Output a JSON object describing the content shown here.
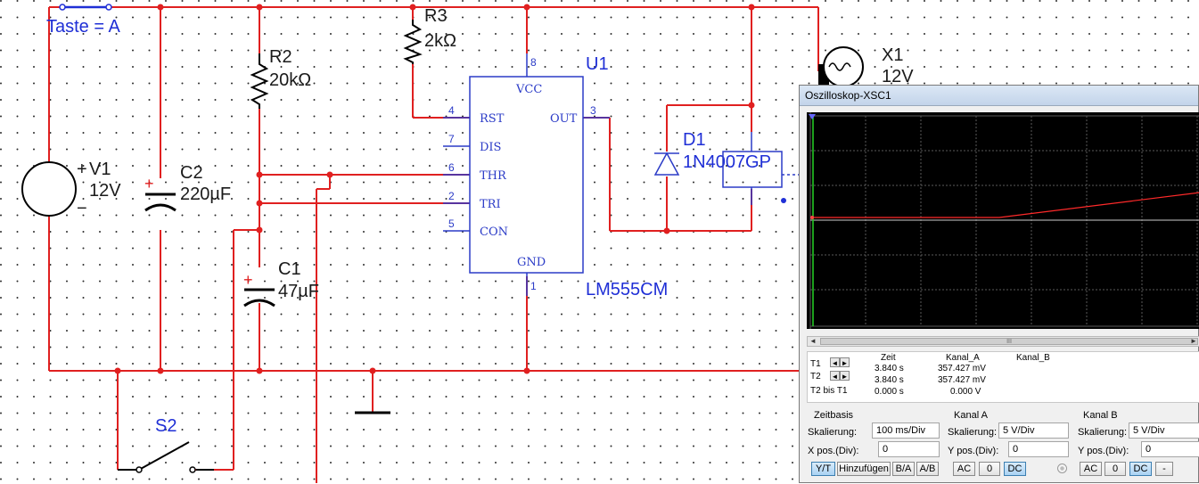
{
  "schematic": {
    "switch_top_label": "Taste = A",
    "v1": {
      "name": "V1",
      "value": "12V",
      "plus": "+",
      "minus": "−"
    },
    "c2": {
      "name": "C2",
      "value": "220µF",
      "plus": "+"
    },
    "r2": {
      "name": "R2",
      "value": "20kΩ"
    },
    "r3": {
      "name": "R3",
      "value": "2kΩ"
    },
    "c1": {
      "name": "C1",
      "value": "47µF",
      "plus": "+"
    },
    "u1": {
      "name": "U1",
      "part": "LM555CM",
      "pins": {
        "vcc": "VCC",
        "rst": "RST",
        "out": "OUT",
        "dis": "DIS",
        "thr": "THR",
        "tri": "TRI",
        "con": "CON",
        "gnd": "GND"
      },
      "pin_numbers": {
        "vcc": "8",
        "rst": "4",
        "out": "3",
        "dis": "7",
        "thr": "6",
        "tri": "2",
        "con": "5",
        "gnd": "1"
      }
    },
    "d1": {
      "name": "D1",
      "part": "1N4007GP"
    },
    "x1": {
      "name": "X1",
      "value": "12V"
    },
    "s2": {
      "name": "S2"
    }
  },
  "oscilloscope": {
    "title": "Oszilloskop-XSC1",
    "trace_color": "#ff2a2a",
    "readout": {
      "t1": "T1",
      "t2": "T2",
      "t2_minus_t1": "T2 bis T1",
      "headers": {
        "zeit": "Zeit",
        "kanal_a": "Kanal_A",
        "kanal_b": "Kanal_B"
      },
      "rows": [
        {
          "zeit": "3.840 s",
          "kanal_a": "357.427 mV",
          "kanal_b": ""
        },
        {
          "zeit": "3.840 s",
          "kanal_a": "357.427 mV",
          "kanal_b": ""
        },
        {
          "zeit": "0.000 s",
          "kanal_a": "0.000 V",
          "kanal_b": ""
        }
      ]
    },
    "zeitbasis": {
      "title": "Zeitbasis",
      "skalierung_label": "Skalierung:",
      "skalierung_value": "100 ms/Div",
      "xpos_label": "X pos.(Div):",
      "xpos_value": "0",
      "buttons": [
        "Y/T",
        "Hinzufügen",
        "B/A",
        "A/B"
      ]
    },
    "kanal_a": {
      "title": "Kanal A",
      "skalierung_label": "Skalierung:",
      "skalierung_value": "5  V/Div",
      "ypos_label": "Y pos.(Div):",
      "ypos_value": "0",
      "buttons": [
        "AC",
        "0",
        "DC"
      ]
    },
    "kanal_b": {
      "title": "Kanal B",
      "skalierung_label": "Skalierung:",
      "skalierung_value": "5  V/Div",
      "ypos_label": "Y pos.(Div):",
      "ypos_value": "0",
      "buttons": [
        "AC",
        "0",
        "DC",
        "-"
      ]
    }
  }
}
